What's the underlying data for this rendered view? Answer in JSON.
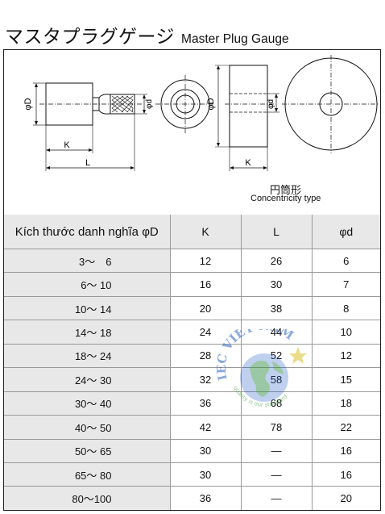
{
  "title": {
    "japanese": "マスタプラグゲージ",
    "english": "Master Plug Gauge"
  },
  "diagram": {
    "labels": {
      "phi_d_large": "φD",
      "phi_d_small": "φd",
      "k": "K",
      "l": "L"
    },
    "concentric_caption_jp": "円筒形",
    "concentric_caption_en": "Concentricity type"
  },
  "table": {
    "headers": {
      "size": "Kích thước danh nghĩa φD",
      "k": "K",
      "l": "L",
      "phi_d": "φd"
    },
    "rows": [
      {
        "size": "3〜　6",
        "k": "12",
        "l": "26",
        "phi_d": "6"
      },
      {
        "size": "6〜 10",
        "k": "16",
        "l": "30",
        "phi_d": "7"
      },
      {
        "size": "10〜 14",
        "k": "20",
        "l": "38",
        "phi_d": "8"
      },
      {
        "size": "14〜 18",
        "k": "24",
        "l": "44",
        "phi_d": "10"
      },
      {
        "size": "18〜 24",
        "k": "28",
        "l": "52",
        "phi_d": "12"
      },
      {
        "size": "24〜 30",
        "k": "32",
        "l": "58",
        "phi_d": "15"
      },
      {
        "size": "30〜 40",
        "k": "36",
        "l": "68",
        "phi_d": "18"
      },
      {
        "size": "40〜 50",
        "k": "42",
        "l": "78",
        "phi_d": "22"
      },
      {
        "size": "50〜 65",
        "k": "30",
        "l": "—",
        "phi_d": "16"
      },
      {
        "size": "65〜 80",
        "k": "30",
        "l": "—",
        "phi_d": "16"
      },
      {
        "size": "80〜100",
        "k": "36",
        "l": "—",
        "phi_d": "20"
      }
    ]
  },
  "watermark": {
    "main_text": "IEC VIET NAM",
    "sub_text": "quality is our standard"
  },
  "colors": {
    "header_bg": "#e8e8e8",
    "watermark_blue": "#2a62c8",
    "watermark_green": "#3a9a3a",
    "watermark_gold": "#d4b400"
  }
}
